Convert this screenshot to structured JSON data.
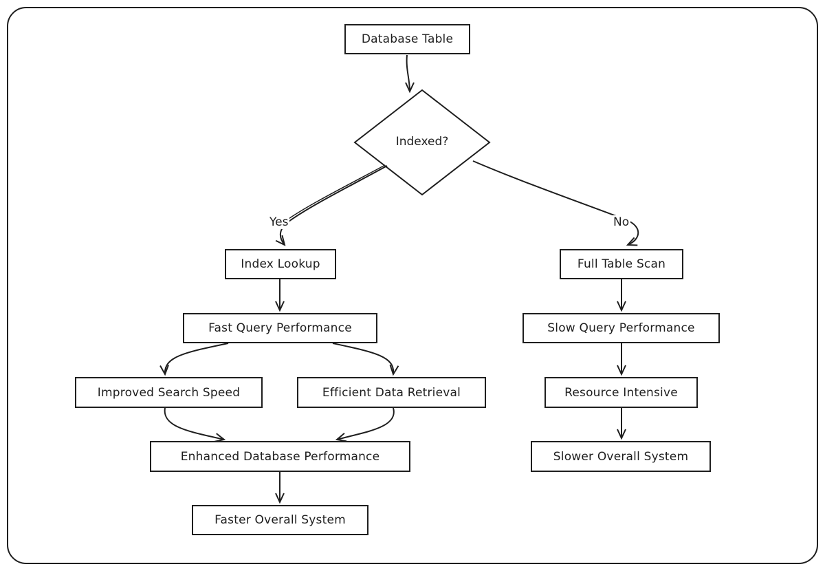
{
  "flowchart": {
    "nodes": {
      "database_table": "Database Table",
      "indexed": "Indexed?",
      "index_lookup": "Index Lookup",
      "fast_query": "Fast Query Performance",
      "improved_search": "Improved Search Speed",
      "efficient_retrieval": "Efficient Data Retrieval",
      "enhanced_db": "Enhanced Database Performance",
      "faster_system": "Faster Overall System",
      "full_table_scan": "Full Table Scan",
      "slow_query": "Slow Query Performance",
      "resource_intensive": "Resource Intensive",
      "slower_system": "Slower Overall System"
    },
    "edge_labels": {
      "yes": "Yes",
      "no": "No"
    },
    "colors": {
      "stroke": "#1e1e1e",
      "background": "#ffffff"
    }
  }
}
